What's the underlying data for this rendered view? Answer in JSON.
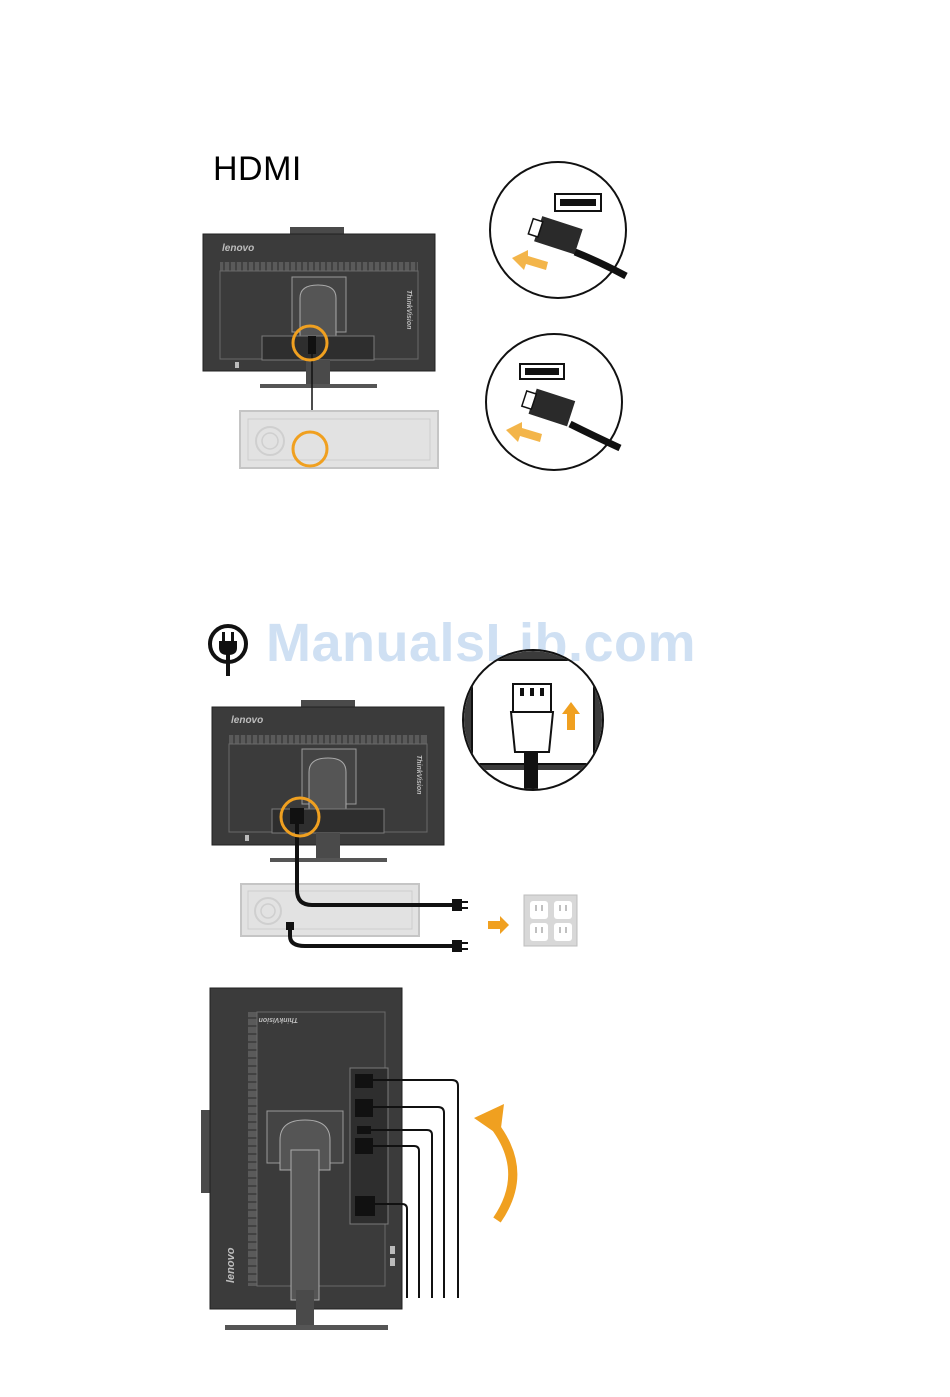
{
  "page": {
    "section_title": "HDMI",
    "watermark": "ManualsLib.com"
  },
  "monitor": {
    "brand_logo": "lenovo",
    "series_logo": "ThinkVision"
  },
  "icons": {
    "power": "power-plug-icon",
    "insert_arrow": "arrow-icon",
    "rotate_arrow": "curved-arrow-icon"
  },
  "colors": {
    "highlight": "#f0a020",
    "bezel": "#3c3c3c",
    "watermark": "#cfe0f3"
  }
}
